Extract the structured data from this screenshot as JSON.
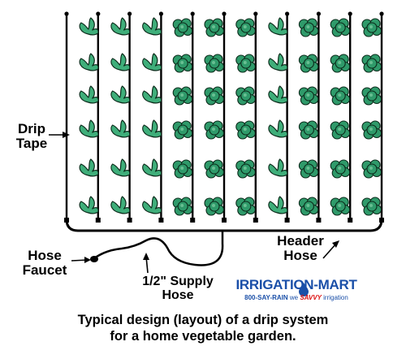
{
  "labels": {
    "drip_tape": [
      "Drip",
      "Tape"
    ],
    "header_hose": [
      "Header",
      "Hose"
    ],
    "hose_faucet": [
      "Hose",
      "Faucet"
    ],
    "supply_hose": [
      "1/2\" Supply",
      "Hose"
    ]
  },
  "brand": {
    "name": "IRRIGATION-MART",
    "phone": "800-SAY-RAIN",
    "tagline_pre": "we",
    "tagline_emph": "SAVVY",
    "tagline_post": "irrigation",
    "color": "#1a4fa8",
    "accent": "#d11111"
  },
  "caption": [
    "Typical design (layout) of a drip system",
    "for a home vegetable garden."
  ],
  "garden": {
    "drip_lines": 11,
    "plant_rows": 6,
    "plant_colors": {
      "leafy": "#3fae7a",
      "round": "#2f9a6a",
      "outline": "#0b2a1a"
    },
    "round_plant_columns": [
      4,
      5,
      6,
      8,
      9,
      10
    ]
  }
}
